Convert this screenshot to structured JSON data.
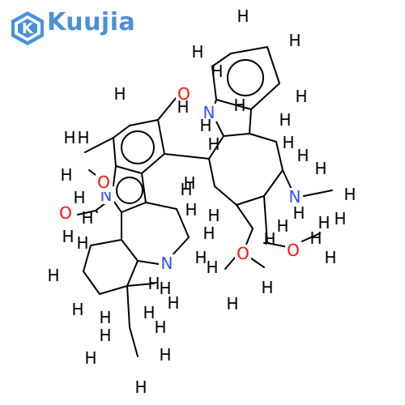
{
  "logo": {
    "text": "Kuujia",
    "color": "#4a90d9"
  },
  "colors": {
    "carbon_hydrogen": "#000000",
    "nitrogen": "#3050f8",
    "oxygen": "#ff0d0d"
  },
  "atoms": {
    "H": "H",
    "N": "N",
    "O": "O"
  }
}
